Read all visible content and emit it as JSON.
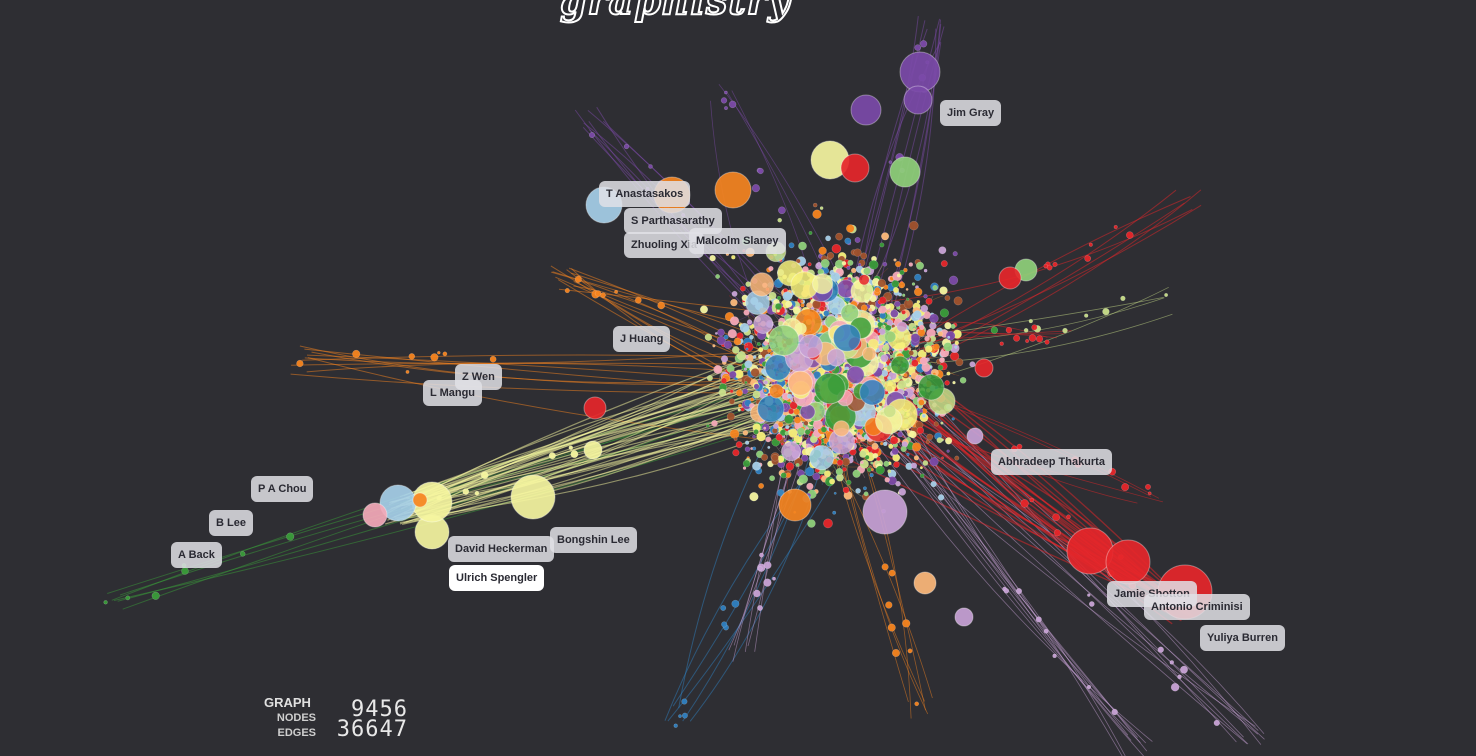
{
  "app": {
    "logo_text": "graphistry"
  },
  "graph_labels": [
    {
      "id": "jim-gray",
      "text": "Jim Gray"
    },
    {
      "id": "t-anastasakos",
      "text": "T Anastasakos"
    },
    {
      "id": "s-parthasarathy",
      "text": "S Parthasarathy"
    },
    {
      "id": "zhuoling-xiao",
      "text": "Zhuoling Xia"
    },
    {
      "id": "malcolm-slaney",
      "text": "Malcolm Slaney"
    },
    {
      "id": "j-huang",
      "text": "J Huang"
    },
    {
      "id": "z-wen",
      "text": "Z Wen"
    },
    {
      "id": "l-mangu",
      "text": "L Mangu"
    },
    {
      "id": "abhradeep-thakurta",
      "text": "Abhradeep Thakurta"
    },
    {
      "id": "p-a-chou",
      "text": "P A Chou"
    },
    {
      "id": "b-lee",
      "text": "B Lee"
    },
    {
      "id": "a-back",
      "text": "A Back"
    },
    {
      "id": "bongshin-lee",
      "text": "Bongshin Lee"
    },
    {
      "id": "david-heckerman",
      "text": "David Heckerman"
    },
    {
      "id": "ulrich-spengler",
      "text": "Ulrich Spengler"
    },
    {
      "id": "jamie-shotton",
      "text": "Jamie Shotton"
    },
    {
      "id": "antonio-criminisi",
      "text": "Antonio Criminisi"
    },
    {
      "id": "yuliya-burren",
      "text": "Yuliya Burren"
    }
  ],
  "stats": {
    "header": "GRAPH",
    "nodes_label": "NODES",
    "edges_label": "EDGES",
    "nodes": "9456",
    "edges": "36647"
  },
  "palette": [
    "#e6262a",
    "#f5841f",
    "#fdb97a",
    "#f6f07a",
    "#c9df8a",
    "#3a9c3a",
    "#8fd07a",
    "#a6cfe8",
    "#2f7fc0",
    "#7b4aa8",
    "#c8a2d6",
    "#f4a9b8",
    "#a0522d",
    "#f5f5a0"
  ]
}
